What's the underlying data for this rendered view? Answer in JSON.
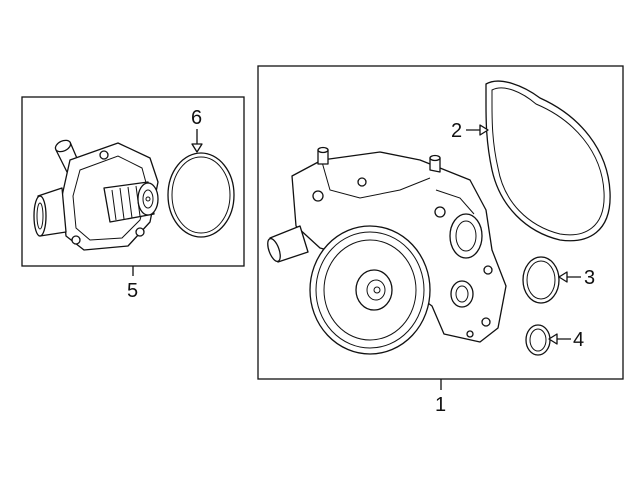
{
  "callouts": {
    "c1": "1",
    "c2": "2",
    "c3": "3",
    "c4": "4",
    "c5": "5",
    "c6": "6"
  },
  "parts": {
    "thermostat_housing": "thermostat-housing-icon",
    "thermostat_seal": "o-ring-icon",
    "water_pump": "water-pump-icon",
    "pump_gasket": "gasket-icon",
    "small_o_ring": "o-ring-icon",
    "small_seal": "o-ring-icon"
  },
  "colors": {
    "line": "#111111",
    "background": "#ffffff"
  }
}
